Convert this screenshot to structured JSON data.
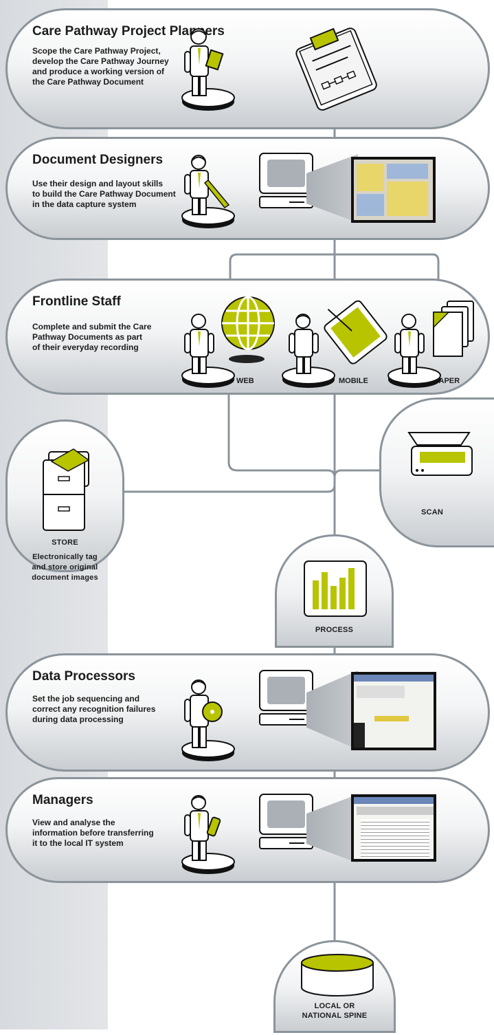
{
  "colors": {
    "accent": "#b8c400",
    "outline": "#8b949b",
    "text": "#1c1c1c",
    "band": "#dcdfe2"
  },
  "stages": {
    "planners": {
      "title": "Care Pathway Project Planners",
      "text": "Scope the Care Pathway Project,\ndevelop the Care Pathway Journey\nand produce a working version of\nthe Care Pathway Document",
      "icons": [
        "person-with-clipboard-icon",
        "clipboard-document-icon"
      ]
    },
    "designers": {
      "title": "Document Designers",
      "text": "Use their design and layout skills\nto build the Care Pathway Document\nin the data capture system",
      "icons": [
        "person-with-pen-icon",
        "computer-icon",
        "design-software-screenshot"
      ]
    },
    "frontline": {
      "title": "Frontline Staff",
      "text": "Complete and submit the Care\nPathway Documents as part\nof their everyday recording",
      "channels": [
        "WEB",
        "MOBILE",
        "PAPER"
      ],
      "icons": [
        "globe-icon",
        "tablet-pen-icon",
        "paper-stack-icon"
      ]
    },
    "processors": {
      "title": "Data Processors",
      "text": "Set the job sequencing and\ncorrect any recognition failures\nduring data processing",
      "icons": [
        "person-with-disc-icon",
        "computer-icon",
        "processing-software-screenshot"
      ]
    },
    "managers": {
      "title": "Managers",
      "text": "View and analyse the\ninformation before transferring\nit to the local IT system",
      "icons": [
        "person-with-phone-icon",
        "computer-icon",
        "forms-software-screenshot"
      ]
    }
  },
  "nodes": {
    "store": {
      "label": "STORE",
      "text": "Electronically tag\nand store original\ndocument images",
      "icon": "filing-cabinet-icon"
    },
    "scan": {
      "label": "SCAN",
      "icon": "scanner-icon"
    },
    "process": {
      "label": "PROCESS",
      "icon": "bar-chart-icon"
    },
    "spine": {
      "label": "LOCAL OR\nNATIONAL SPINE",
      "icon": "database-cylinder-icon"
    }
  }
}
